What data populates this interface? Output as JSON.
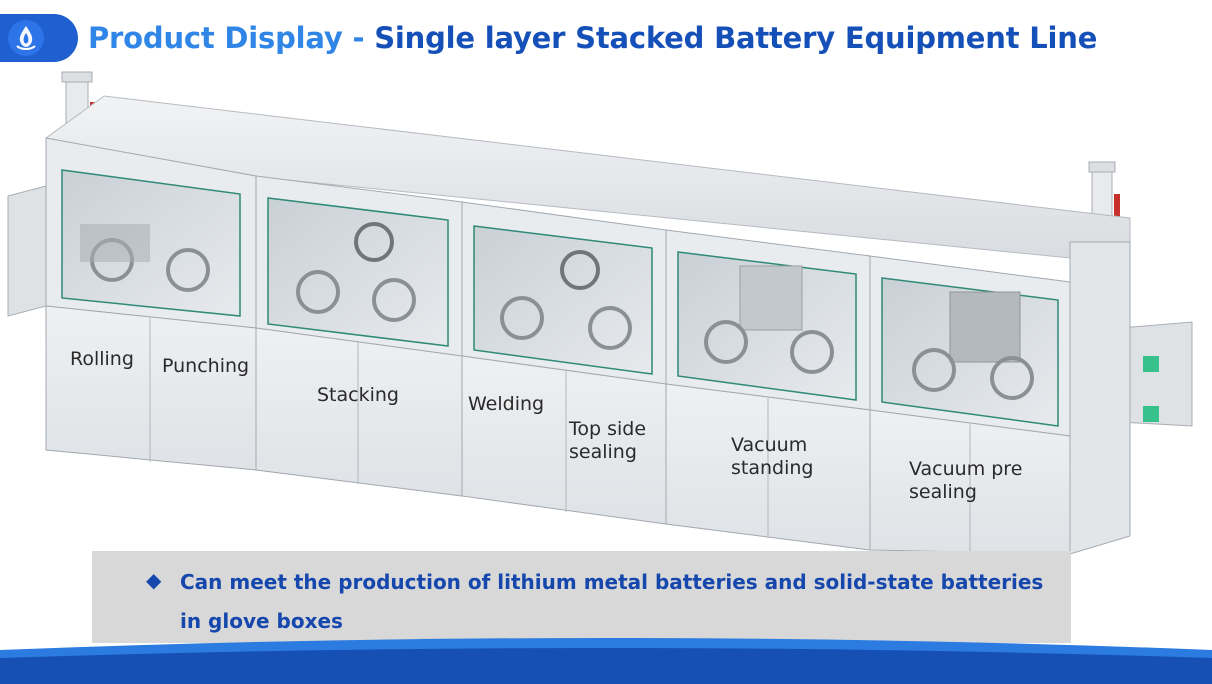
{
  "header": {
    "title_part_a": "Product Display - ",
    "title_part_b": "Single layer Stacked Battery Equipment Line",
    "logo_icon": "flame-drop-logo-icon"
  },
  "stations": [
    {
      "label": "Rolling"
    },
    {
      "label": "Punching"
    },
    {
      "label": "Stacking"
    },
    {
      "label": "Welding"
    },
    {
      "label": "Top side sealing"
    },
    {
      "label": "Vacuum standing"
    },
    {
      "label": "Vacuum pre sealing"
    }
  ],
  "callout": {
    "bullet": "◆",
    "text": "Can meet the production of lithium metal batteries and solid-state batteries in glove boxes"
  },
  "colors": {
    "title_light": "#2f86e6",
    "title_dark": "#1550b8",
    "callout_text": "#1647ad",
    "callout_bg": "#d8d8d8",
    "footer": "#1f5fd0"
  }
}
